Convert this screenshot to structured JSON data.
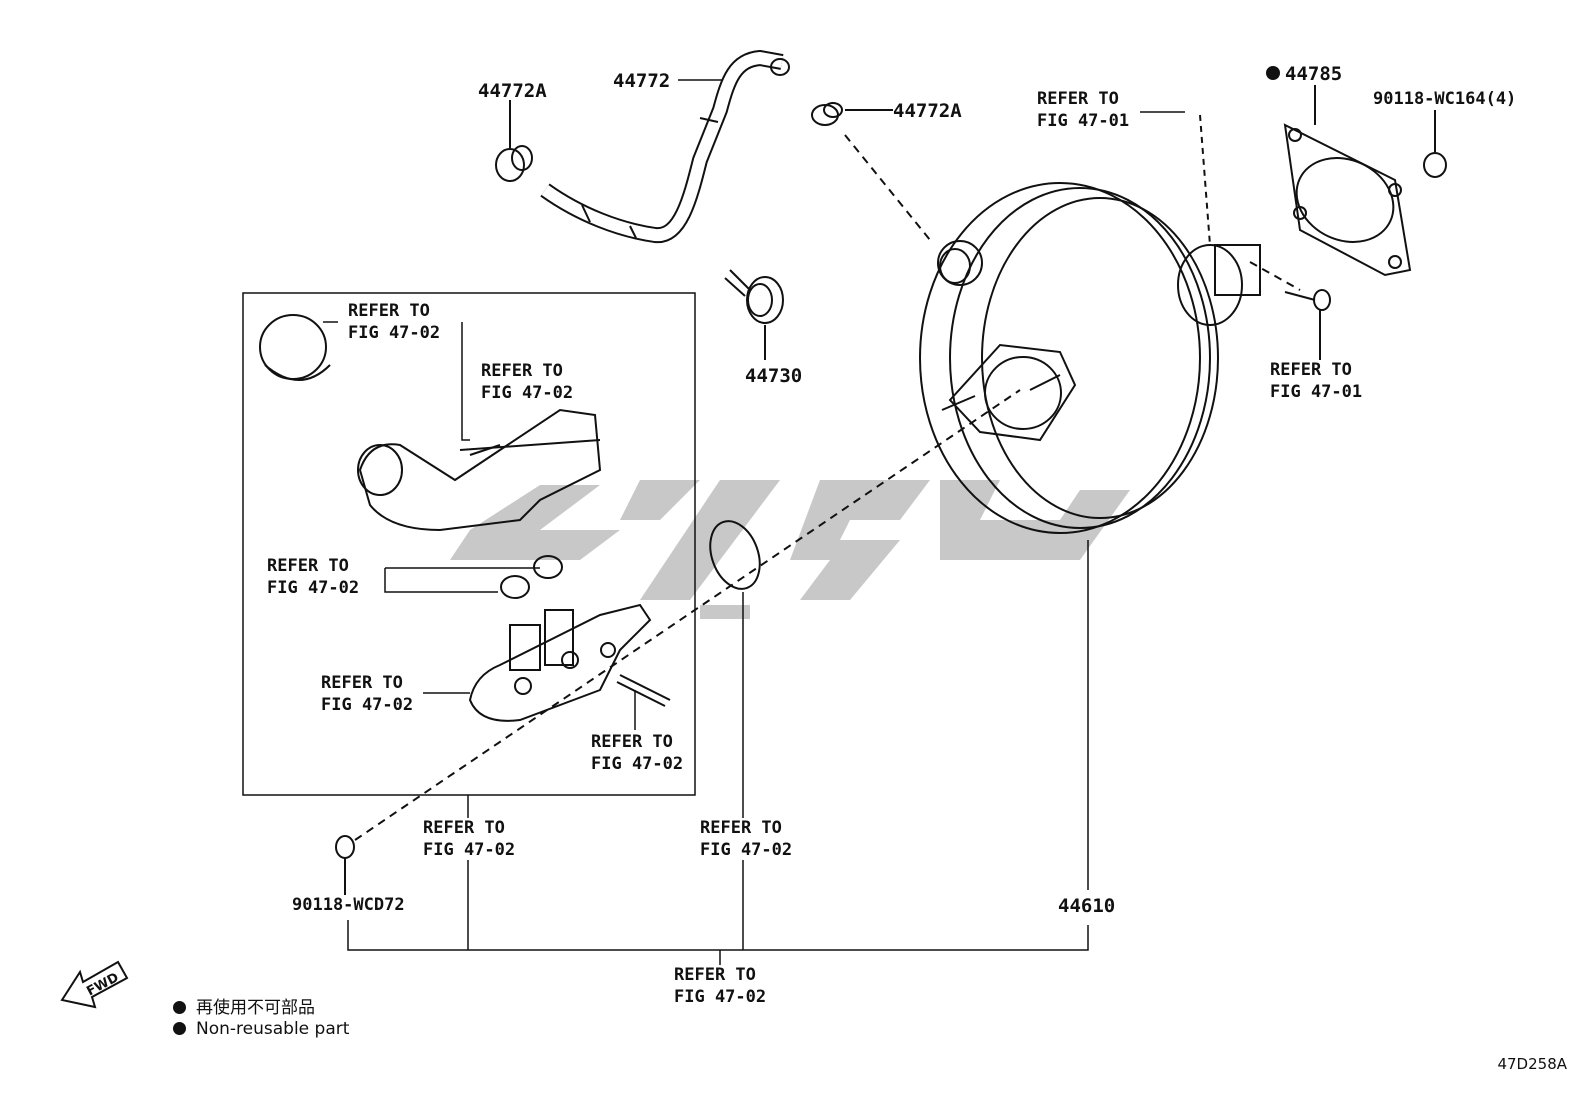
{
  "diagram_code": "47D258A",
  "fwd_label": "FWD",
  "labels": {
    "hose": "44772",
    "clip_left": "44772A",
    "clip_right": "44772A",
    "check_valve": "44730",
    "gasket": "44785",
    "nut_top": "90118-WC164(4)",
    "nut_bottom": "90118-WCD72",
    "booster": "44610",
    "refer_top_line1": "REFER TO",
    "refer_top_line2": "FIG 47-01",
    "refer_right_line1": "REFER TO",
    "refer_right_line2": "FIG 47-01",
    "refer_cap_line1": "REFER TO",
    "refer_cap_line2": "FIG 47-02",
    "refer_res_line1": "REFER TO",
    "refer_res_line2": "FIG 47-02",
    "refer_grom_line1": "REFER TO",
    "refer_grom_line2": "FIG 47-02",
    "refer_mc_line1": "REFER TO",
    "refer_mc_line2": "FIG 47-02",
    "refer_pin_line1": "REFER TO",
    "refer_pin_line2": "FIG 47-02",
    "refer_box_line1": "REFER TO",
    "refer_box_line2": "FIG 47-02",
    "refer_oring_line1": "REFER TO",
    "refer_oring_line2": "FIG 47-02",
    "refer_bottom_line1": "REFER TO",
    "refer_bottom_line2": "FIG 47-02"
  },
  "legend": {
    "jp": "再使用不可部品",
    "en": "Non-reusable part"
  },
  "colors": {
    "line": "#111111",
    "watermark": "#c8c8c8"
  }
}
